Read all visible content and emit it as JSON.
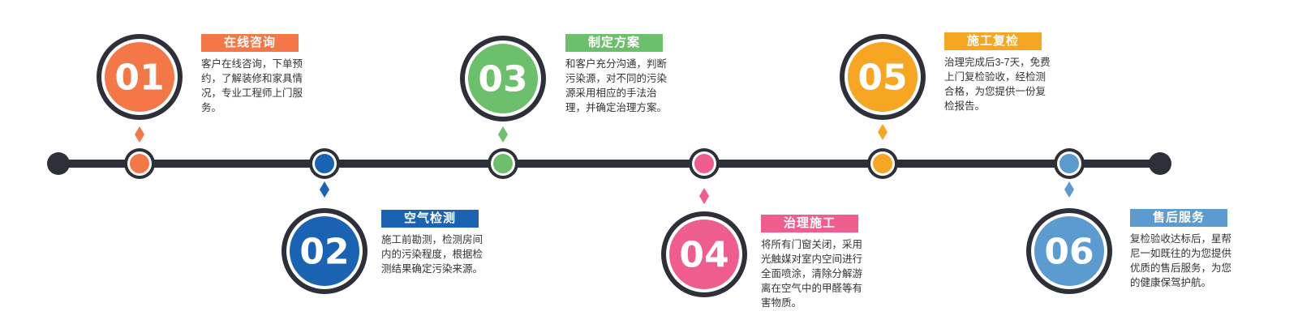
{
  "colors": {
    "line": "#2d3038",
    "ring": "#2d3038"
  },
  "steps": [
    {
      "number": "01",
      "title": "在线咨询",
      "color": "#f47748",
      "text": "客户在线咨询，下单预约，了解装修和家具情况，专业工程师上门服务。"
    },
    {
      "number": "02",
      "title": "空气检测",
      "color": "#1a63b3",
      "text": "施工前勘测，检测房间内的污染程度，根据检测结果确定污染来源。"
    },
    {
      "number": "03",
      "title": "制定方案",
      "color": "#6cc06b",
      "text": "和客户充分沟通，判断污染源，对不同的污染源采用相应的手法治理，并确定治理方案。"
    },
    {
      "number": "04",
      "title": "治理施工",
      "color": "#ee5d8e",
      "text": "将所有门窗关闭，采用光触媒对室内空间进行全面喷涂，清除分解游离在空气中的甲醛等有害物质。"
    },
    {
      "number": "05",
      "title": "施工复检",
      "color": "#f6a623",
      "text": "治理完成后3-7天，免费上门复检验收，经检测合格，为您提供一份复检报告。"
    },
    {
      "number": "06",
      "title": "售后服务",
      "color": "#5b9bd0",
      "text": "复检验收达标后，星帮尼一如既往的为您提供优质的售后服务，为您的健康保驾护航。"
    }
  ]
}
